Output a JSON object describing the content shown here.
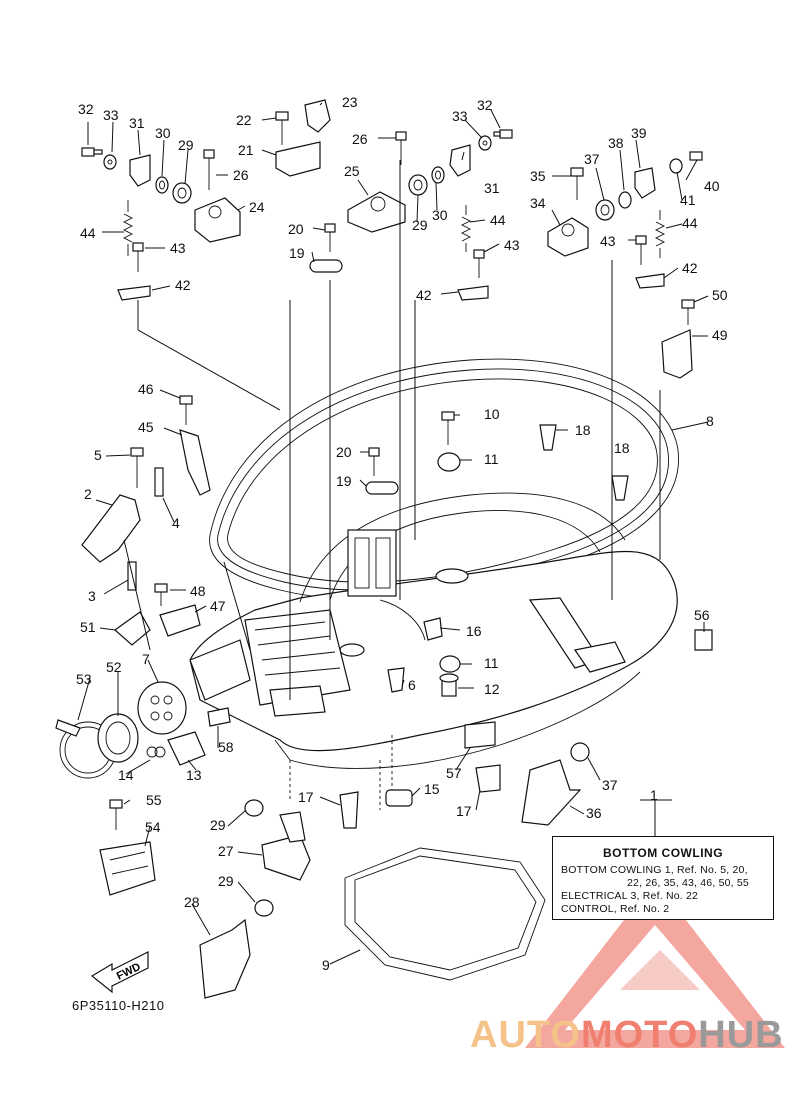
{
  "callouts": [
    "32",
    "33",
    "31",
    "30",
    "29",
    "26",
    "24",
    "44",
    "43",
    "42",
    "22",
    "23",
    "21",
    "20",
    "19",
    "26",
    "25",
    "33",
    "32",
    "31",
    "30",
    "29",
    "44",
    "43",
    "42",
    "35",
    "37",
    "38",
    "39",
    "40",
    "41",
    "34",
    "43",
    "44",
    "42",
    "50",
    "49",
    "46",
    "45",
    "10",
    "18",
    "8",
    "20",
    "5",
    "19",
    "11",
    "18",
    "2",
    "4",
    "3",
    "48",
    "47",
    "51",
    "16",
    "56",
    "53",
    "52",
    "7",
    "11",
    "12",
    "6",
    "58",
    "14",
    "13",
    "57",
    "37",
    "55",
    "17",
    "15",
    "29",
    "54",
    "36",
    "17",
    "1",
    "27",
    "29",
    "28",
    "9"
  ],
  "legend": {
    "title": "BOTTOM COWLING",
    "line1": "BOTTOM COWLING 1,  Ref. No. 5, 20,",
    "line2": "22, 26, 35, 43, 46, 50, 55",
    "line3": "ELECTRICAL 3,  Ref. No. 22",
    "line4": "CONTROL,  Ref. No. 2"
  },
  "fwd_label": "FWD",
  "diagram_code": "6P35110-H210",
  "watermark": {
    "part1": "AUTO",
    "part2": "MOTO",
    "part3": "HUB"
  },
  "colors": {
    "watermark_auto": "#f5c28a",
    "watermark_moto": "#f07f70",
    "watermark_hub": "#9a9a9a",
    "triangle": "#f08a7e"
  }
}
